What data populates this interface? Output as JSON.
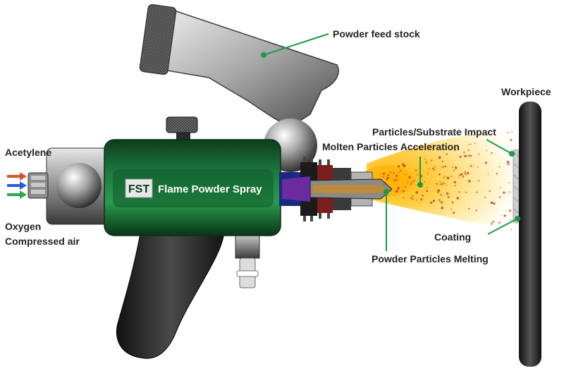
{
  "brand": {
    "logo": "FST",
    "name": "Flame Powder Spray"
  },
  "inputs": {
    "acetylene": "Acetylene",
    "oxygen": "Oxygen",
    "compressed_air": "Compressed air"
  },
  "callouts": {
    "powder_feed_stock": "Powder feed stock",
    "workpiece": "Workpiece",
    "particles_substrate_impact": "Particles/Substrate Impact",
    "molten_particles_acceleration": "Molten Particles Acceleration",
    "coating": "Coating",
    "powder_particles_melting": "Powder Particles Melting"
  },
  "colors": {
    "body_green": "#1e7a3e",
    "callout_green": "#1a9a4a",
    "acetylene_arrow": "#d9532c",
    "oxygen_arrow": "#2a5bd7",
    "air_arrow": "#2aa84a",
    "flame": "#ffc400"
  }
}
